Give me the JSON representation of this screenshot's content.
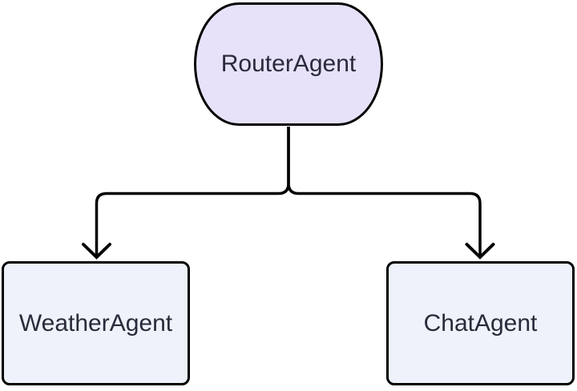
{
  "diagram": {
    "type": "flowchart-top-down",
    "nodes": [
      {
        "id": "router-agent",
        "label": "RouterAgent",
        "shape": "stadium"
      },
      {
        "id": "weather-agent",
        "label": "WeatherAgent",
        "shape": "rounded-rect"
      },
      {
        "id": "chat-agent",
        "label": "ChatAgent",
        "shape": "rounded-rect"
      }
    ],
    "edges": [
      {
        "from": "RouterAgent",
        "to": "WeatherAgent",
        "arrow": "down"
      },
      {
        "from": "RouterAgent",
        "to": "ChatAgent",
        "arrow": "down"
      }
    ],
    "colors": {
      "background": "#FFFFFF",
      "line": "#000000",
      "text": "#2A2A3A",
      "router_fill": "#E7E1FA",
      "leaf_fill": "#EDF2FB"
    }
  }
}
